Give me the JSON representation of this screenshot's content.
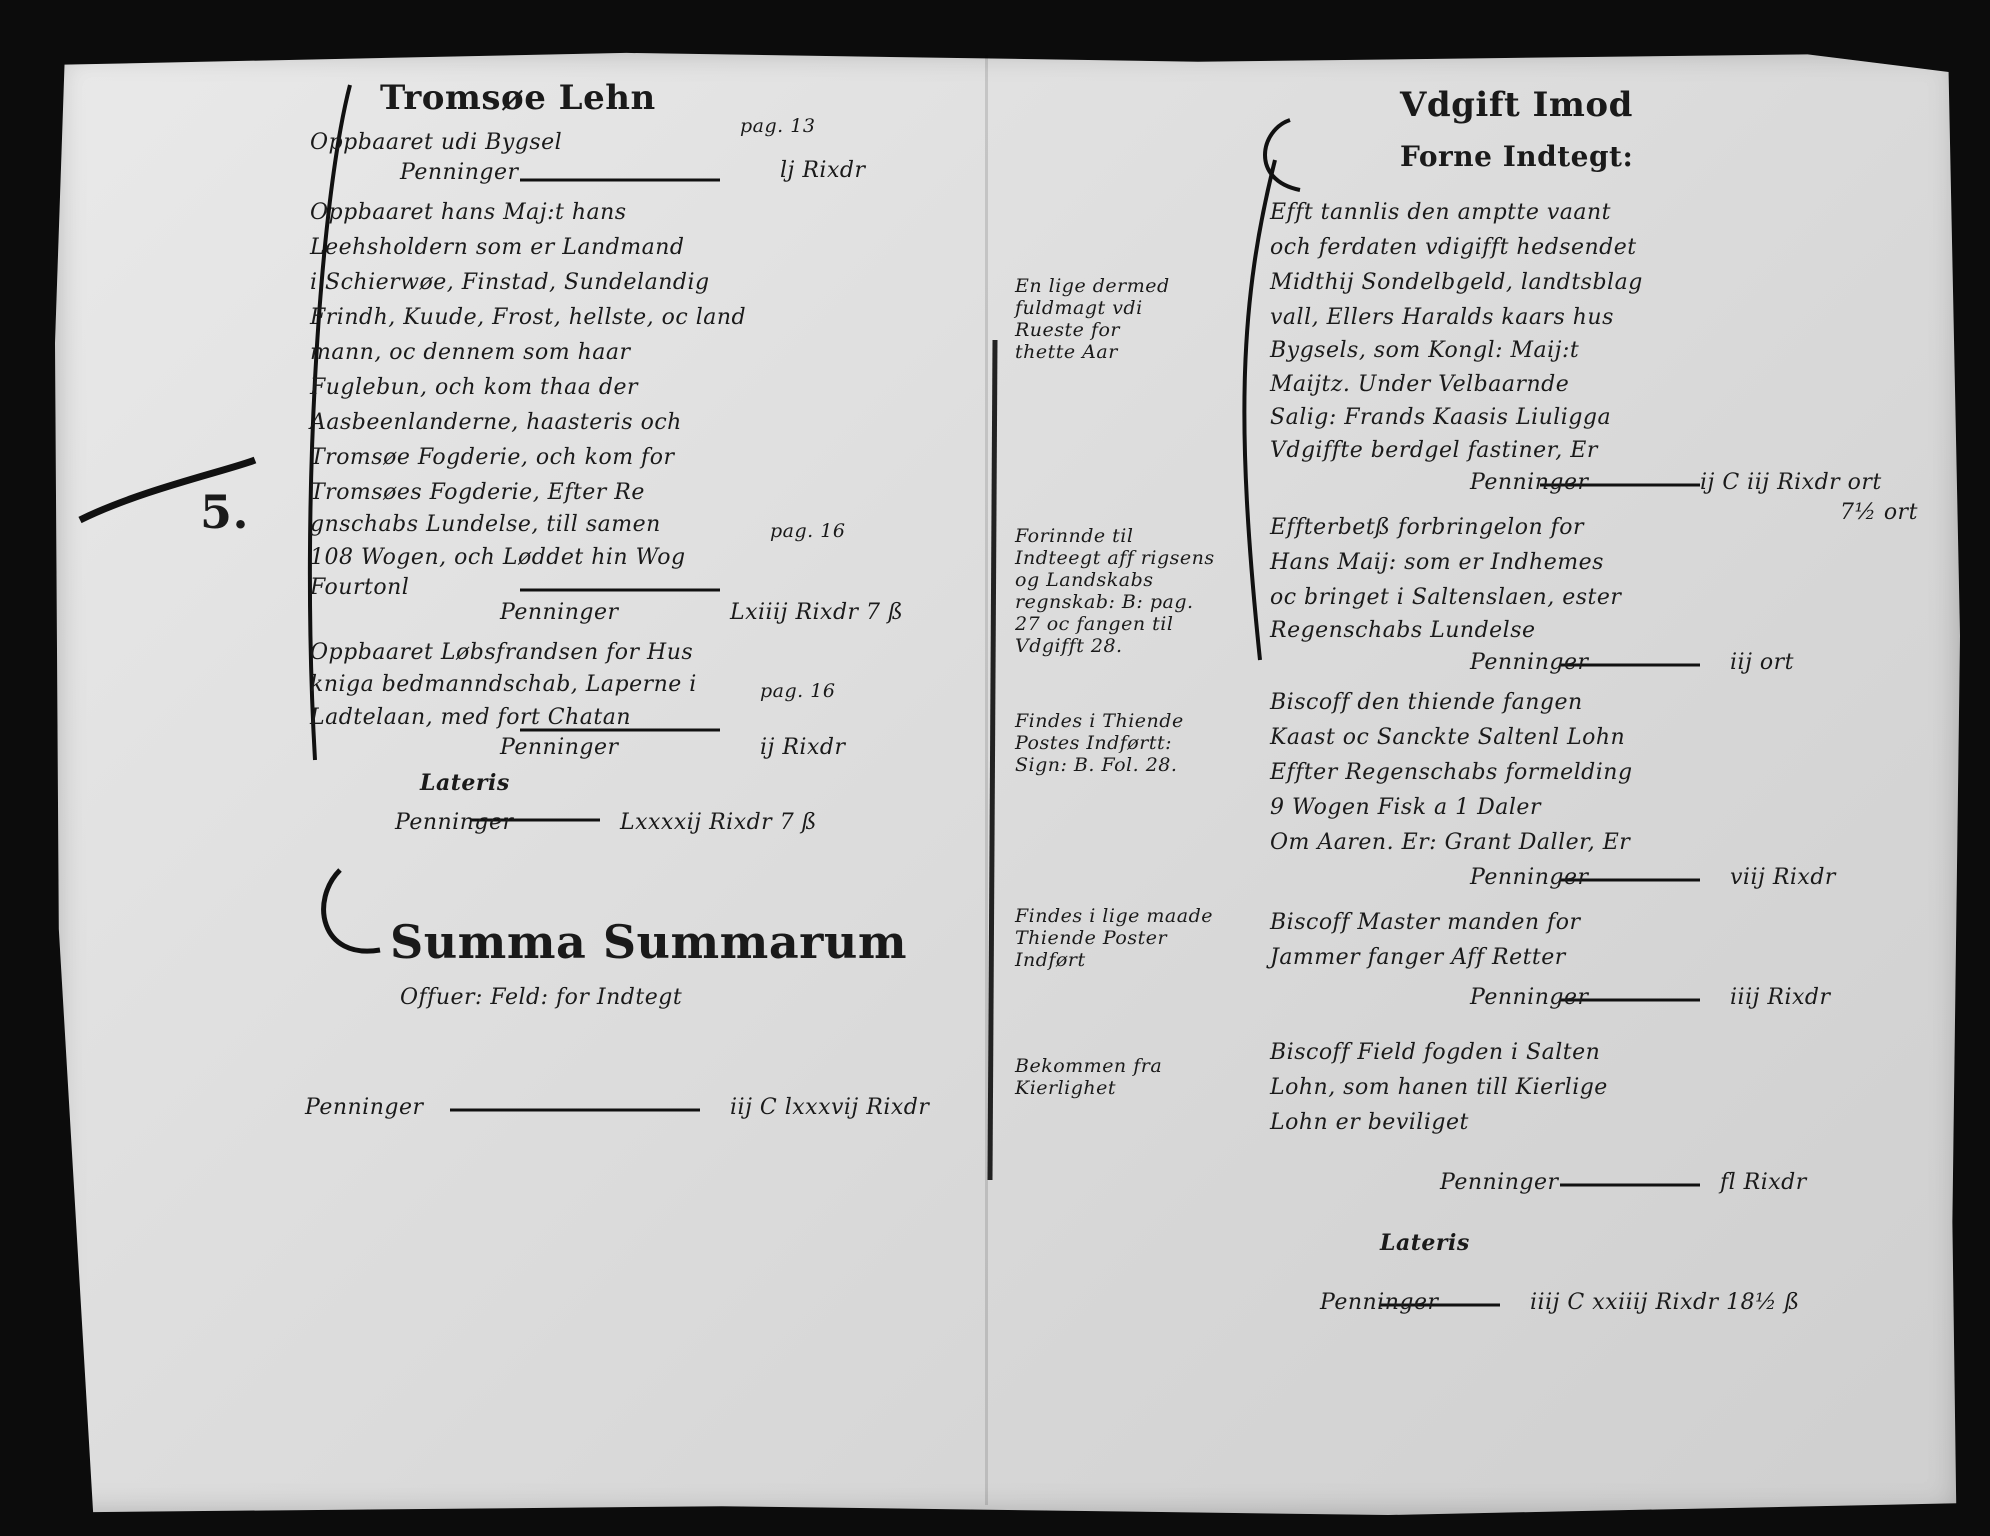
{
  "left_page": {
    "heading": "Tromsøe Lehn",
    "entries": [
      {
        "text": "Oppbaaret udi Bygsel",
        "ref": "pag. 13"
      },
      {
        "text": "Penninger",
        "amount": "lj Rixdr"
      },
      {
        "text": "Oppbaaret hans Maj:t hans"
      },
      {
        "text": "Leehsholdern som er Landmand"
      },
      {
        "text": "i Schierwøe, Finstad, Sundelandig"
      },
      {
        "text": "Frindh, Kuude, Frost, hellste, oc land"
      },
      {
        "text": "mann, oc dennem som haar"
      },
      {
        "text": "Fuglebun, och kom thaa der"
      },
      {
        "text": "Aasbeenlanderne, haasteris och"
      },
      {
        "text": "Tromsøe Fogderie, och kom for"
      },
      {
        "text": "Tromsøes Fogderie, Efter Re"
      },
      {
        "text": "gnschabs Lundelse, till samen"
      },
      {
        "text": "108 Wogen, och Løddet hin Wog",
        "ref": "pag. 16"
      },
      {
        "text": "Fourtonl"
      },
      {
        "text": "Penninger",
        "amount": "Lxiiij Rixdr 7 ß"
      },
      {
        "text": "Oppbaaret Løbsfrandsen for Hus"
      },
      {
        "text": "kniga bedmanndschab, Laperne i"
      },
      {
        "text": "Ladtelaan, med fort Chatan",
        "ref": "pag. 16"
      },
      {
        "text": "Penninger",
        "amount": "ij Rixdr"
      }
    ],
    "lateris": "Lateris",
    "lateris_total": {
      "label": "Penninger",
      "amount": "Lxxxxij Rixdr 7 ß"
    },
    "summa": "Summa Summarum",
    "summa_sub": "Offuer: Feld: for Indtegt",
    "summa_total": {
      "label": "Penninger",
      "amount": "iij C lxxxvij Rixdr"
    }
  },
  "margin_notes": [
    "En lige dermed fuldmagt vdi Rueste for thette Aar",
    "Forinnde til Indteegt aff rigsens og Landskabs regnskab: B: pag. 27 oc fangen til Vdgifft 28.",
    "Findes i Thiende Postes Indførtt: Sign: B. Fol. 28.",
    "Findes i lige maade Thiende Poster Indført",
    "Bekommen fra Kierlighet"
  ],
  "right_page": {
    "heading": "Vdgift Imod",
    "subheading": "Forne Indtegt:",
    "entries": [
      {
        "text": "Efft tannlis den amptte vaant"
      },
      {
        "text": "och ferdaten vdigifft hedsendet"
      },
      {
        "text": "Midthij Sondelbgeld, landtsblag"
      },
      {
        "text": "vall, Ellers Haralds kaars hus"
      },
      {
        "text": "Bygsels, som Kongl: Maij:t"
      },
      {
        "text": "Maijtz. Under Velbaarnde"
      },
      {
        "text": "Salig: Frands Kaasis Liuligga"
      },
      {
        "text": "Vdgiffte berdgel fastiner, Er"
      },
      {
        "text": "Penninger",
        "amount": "ij C iij Rixdr ort"
      },
      {
        "text": "Effterbetß forbringelon for"
      },
      {
        "text": "Hans Maij: som er Indhemes"
      },
      {
        "text": "oc bringet i Saltenslaen, ester"
      },
      {
        "text": "Regenschabs Lundelse"
      },
      {
        "text": "Penninger",
        "amount": "iij ort"
      },
      {
        "text": "Biscoff den thiende fangen"
      },
      {
        "text": "Kaast oc Sanckte Saltenl Lohn"
      },
      {
        "text": "Effter Regenschabs formelding"
      },
      {
        "text": "9 Wogen Fisk a 1 Daler"
      },
      {
        "text": "Om Aaren. Er: Grant Daller, Er"
      },
      {
        "text": "Penninger",
        "amount": "viij Rixdr"
      },
      {
        "text": "Biscoff Master manden for"
      },
      {
        "text": "Jammer fanger Aff Retter"
      },
      {
        "text": "Penninger",
        "amount": "iiij Rixdr"
      },
      {
        "text": "Biscoff Field fogden i Salten"
      },
      {
        "text": "Lohn, som hanen till Kierlige"
      },
      {
        "text": "Lohn er beviliget"
      },
      {
        "text": "Penninger",
        "amount": "fl Rixdr"
      }
    ],
    "lateris": "Lateris",
    "lateris_total": {
      "label": "Penninger",
      "amount": "iiij C xxiiij Rixdr 18½ ß"
    },
    "side_mark": "7½ ort"
  },
  "left_margin_mark": "5."
}
